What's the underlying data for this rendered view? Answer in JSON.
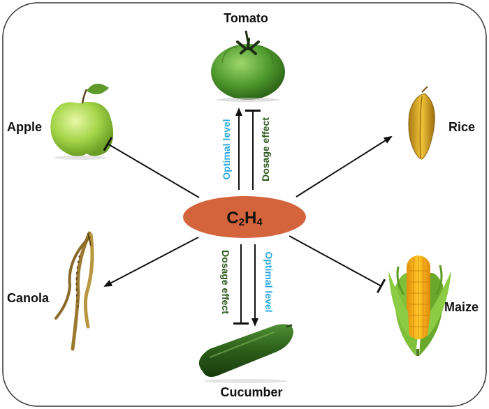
{
  "center": {
    "main1": "C",
    "sub1": "2",
    "main2": "H",
    "sub2": "4"
  },
  "labels": {
    "tomato": "Tomato",
    "apple": "Apple",
    "rice": "Rice",
    "canola": "Canola",
    "maize": "Maize",
    "cucumber": "Cucumber"
  },
  "edges": {
    "optimal_level": "Optimal level",
    "dosage_effect": "Dosage effect"
  },
  "colors": {
    "center_fill": "#d3643c",
    "optimal_text": "#29a9e1",
    "dosage_text": "#2e5a1e",
    "frame": "#333333"
  }
}
